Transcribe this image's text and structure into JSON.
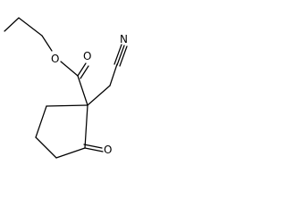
{
  "molecule": {
    "atoms": {
      "ester_o": "O",
      "carbonyl_o": "O",
      "nitrile_n": "N",
      "ketone_o": "O"
    }
  }
}
